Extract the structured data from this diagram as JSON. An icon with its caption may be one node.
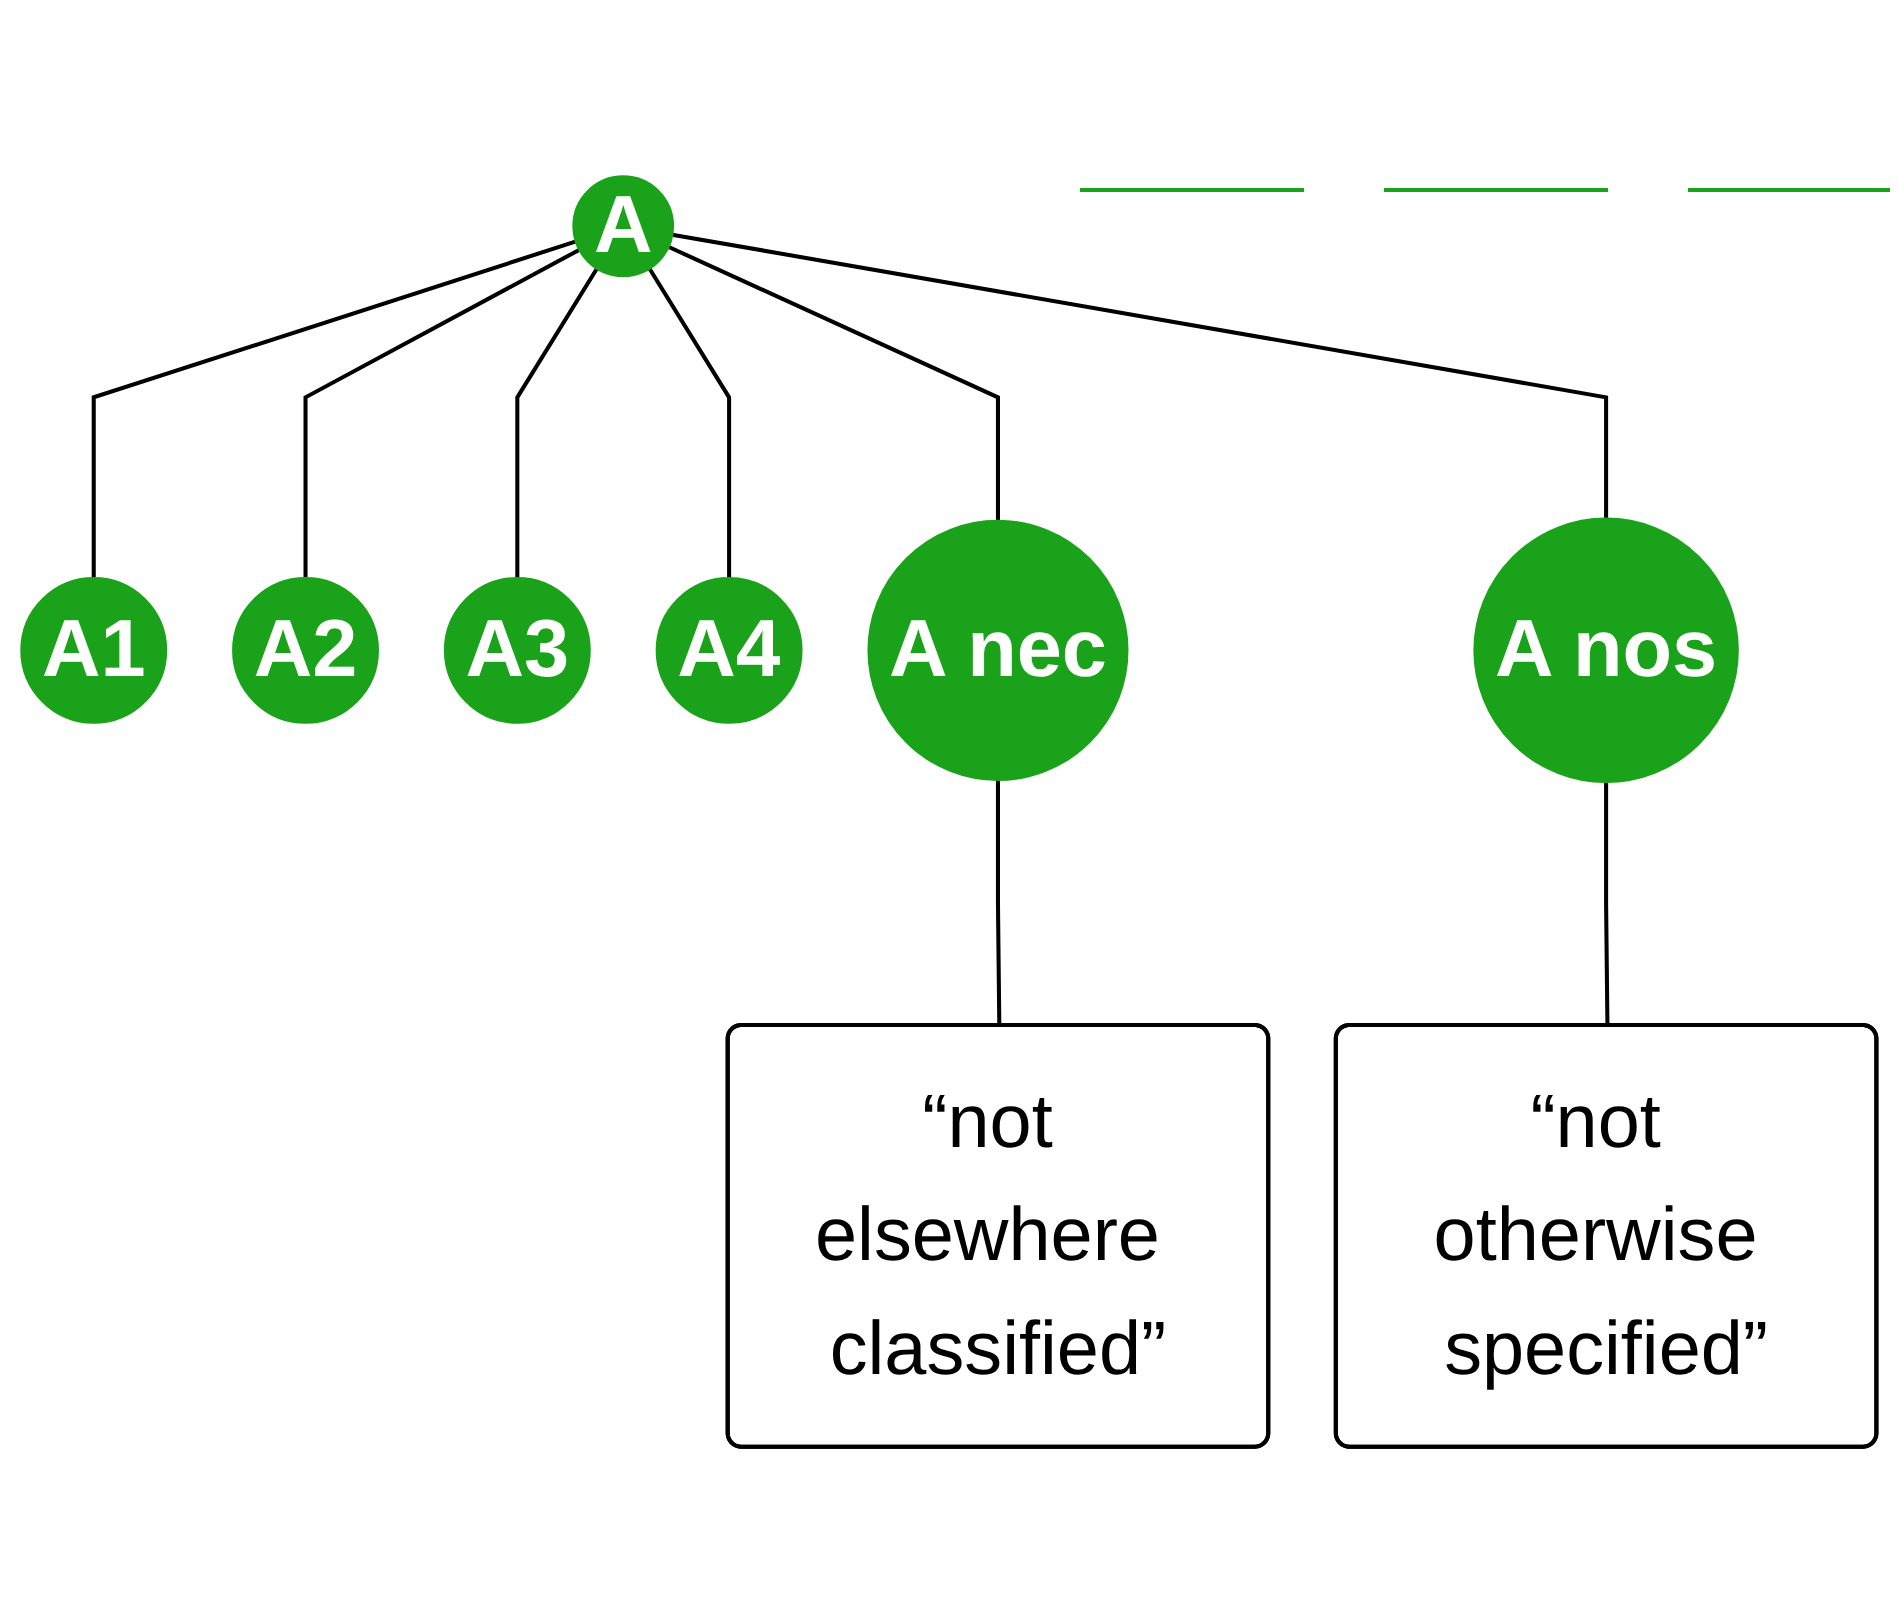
{
  "diagram": {
    "nodes": [
      {
        "text": [
          "A"
        ]
      },
      {
        "text": [
          "A1"
        ]
      },
      {
        "text": [
          "A2"
        ]
      },
      {
        "text": [
          "A3"
        ]
      },
      {
        "text": [
          "A4"
        ]
      },
      {
        "text": [
          "A nec"
        ]
      },
      {
        "text": [
          "A nos"
        ]
      },
      {
        "text": [
          "“not elsewhere classified”"
        ]
      },
      {
        "text": [
          "“not otherwise specified”"
        ]
      }
    ],
    "edges": [
      {
        "from": 0,
        "to": 1,
        "arrow": "none"
      },
      {
        "from": 0,
        "to": 2,
        "arrow": "none"
      },
      {
        "from": 0,
        "to": 3,
        "arrow": "none"
      },
      {
        "from": 0,
        "to": 4,
        "arrow": "none"
      },
      {
        "from": 0,
        "to": 5,
        "arrow": "none"
      },
      {
        "from": 0,
        "to": 6,
        "arrow": "none"
      },
      {
        "from": 7,
        "to": 5,
        "arrow": "none"
      },
      {
        "from": 8,
        "to": 6,
        "arrow": "none"
      }
    ]
  }
}
